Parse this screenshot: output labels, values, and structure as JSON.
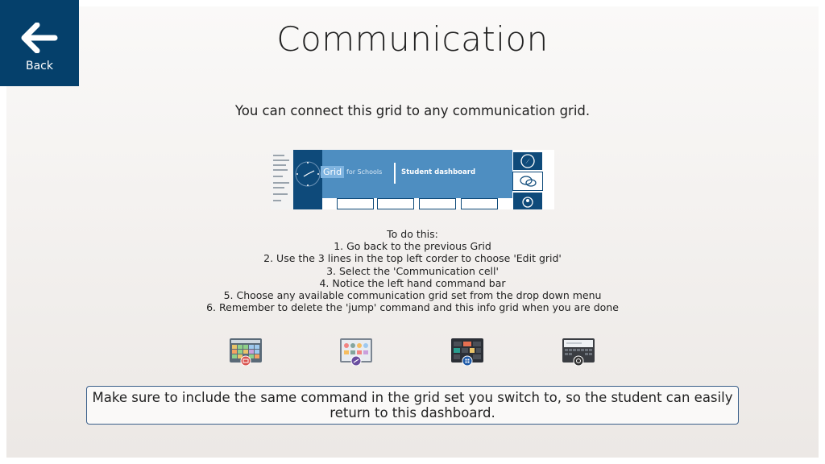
{
  "header": {
    "back_label": "Back",
    "title": "Communication"
  },
  "intro": "You can connect this grid to any communication grid.",
  "preview": {
    "logo_text": "Grid",
    "logo_suffix": "for Schools",
    "banner_label": "Student dashboard"
  },
  "instructions": {
    "heading": "To do this:",
    "steps": [
      "1. Go back to the previous Grid",
      "2. Use the 3 lines in the top left corder to choose 'Edit grid'",
      "3. Select the 'Communication cell'",
      "4. Notice the left hand command bar",
      "5. Choose any available communication grid set from the drop down menu",
      "6. Remember to delete the 'jump' command and this info grid when you are done"
    ]
  },
  "grid_sets": [
    {
      "icon": "symbol-grid-icon",
      "accent": "#d9534f"
    },
    {
      "icon": "colorful-grid-icon",
      "accent": "#6b4fa0"
    },
    {
      "icon": "dark-tiles-grid-icon",
      "accent": "#1e5aa8"
    },
    {
      "icon": "keyboard-grid-icon",
      "accent": "#333333"
    }
  ],
  "note": "Make sure to include the same command in the grid set you switch to, so the student can easily return to this dashboard.",
  "colors": {
    "back_bg": "#05406b",
    "note_border": "#3a5f8a"
  }
}
